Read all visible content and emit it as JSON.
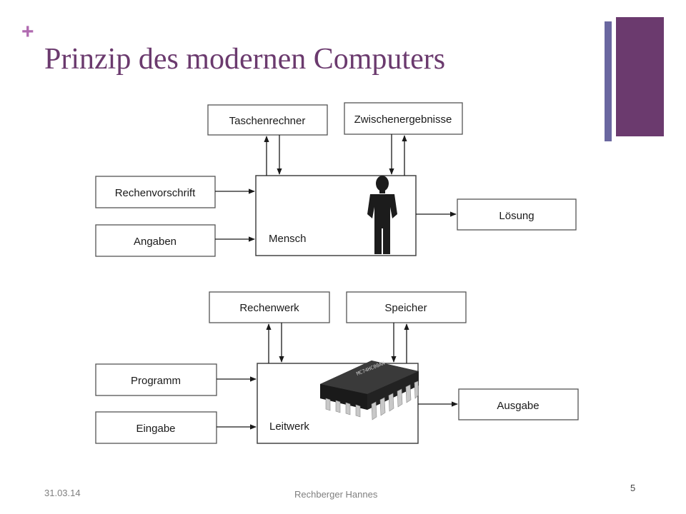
{
  "slide": {
    "title": "Prinzip des modernen Computers",
    "plus_symbol": "+",
    "accent_color": "#6b3a6e",
    "accent_bar_color": "#6a67a0",
    "plus_color": "#b06ab0"
  },
  "diagram": {
    "human": {
      "top_boxes": [
        "Taschenrechner",
        "Zwischenergebnisse"
      ],
      "input_boxes": [
        "Rechenvorschrift",
        "Angaben"
      ],
      "center_label": "Mensch",
      "output_box": "Lösung",
      "center_icon": "person-icon"
    },
    "computer": {
      "top_boxes": [
        "Rechenwerk",
        "Speicher"
      ],
      "input_boxes": [
        "Programm",
        "Eingabe"
      ],
      "center_label": "Leitwerk",
      "output_box": "Ausgabe",
      "center_icon": "microchip-icon"
    }
  },
  "footer": {
    "date": "31.03.14",
    "author": "Rechberger Hannes",
    "page_number": "5"
  }
}
